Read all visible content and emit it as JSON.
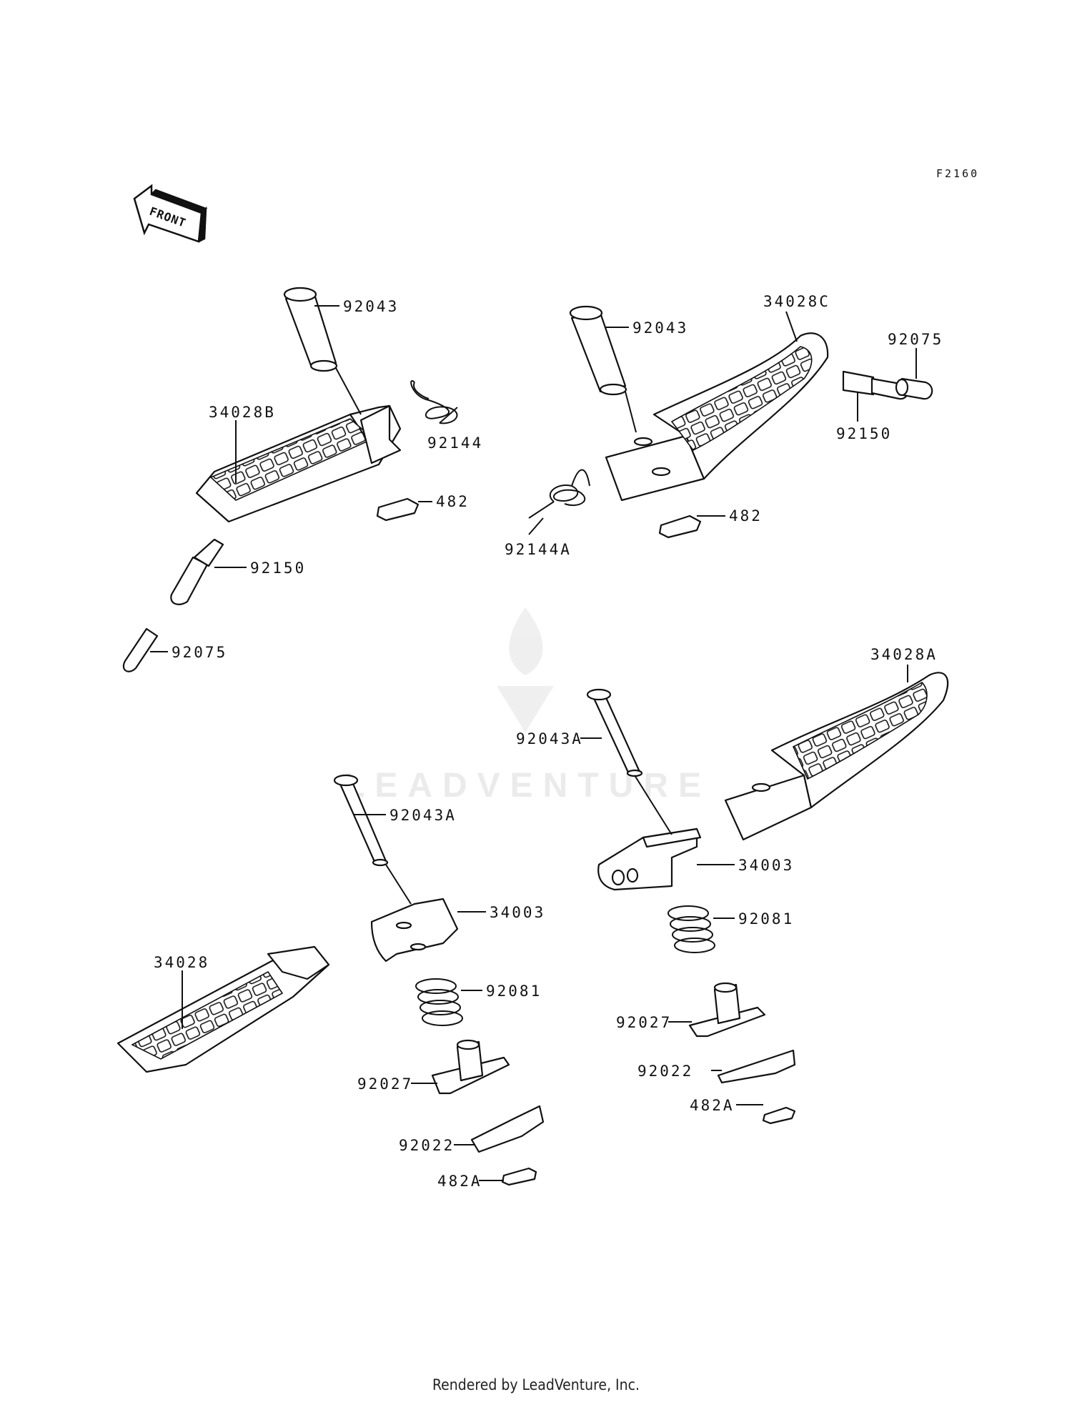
{
  "diagram": {
    "figure_code": "F2160",
    "front_arrow_label": "FRONT",
    "watermark": "LEADVENTURE",
    "watermark_colors": {
      "fill": "#e9e9e9"
    },
    "labels": {
      "a": "92043",
      "b": "92144",
      "c": "34028B",
      "d": "482",
      "e": "92150",
      "f": "92075",
      "g": "92043",
      "h": "34028C",
      "i": "92075",
      "j": "92150",
      "k": "92144A",
      "l": "482",
      "m": "34028A",
      "n": "92043A",
      "o": "34003",
      "p": "92081",
      "q": "92027",
      "r": "92022",
      "s": "482A",
      "t": "92043A",
      "u": "34003",
      "v": "34028",
      "w": "92081",
      "x": "92027",
      "y": "92022",
      "z": "482A"
    }
  },
  "footer": {
    "credit": "Rendered by LeadVenture, Inc."
  }
}
